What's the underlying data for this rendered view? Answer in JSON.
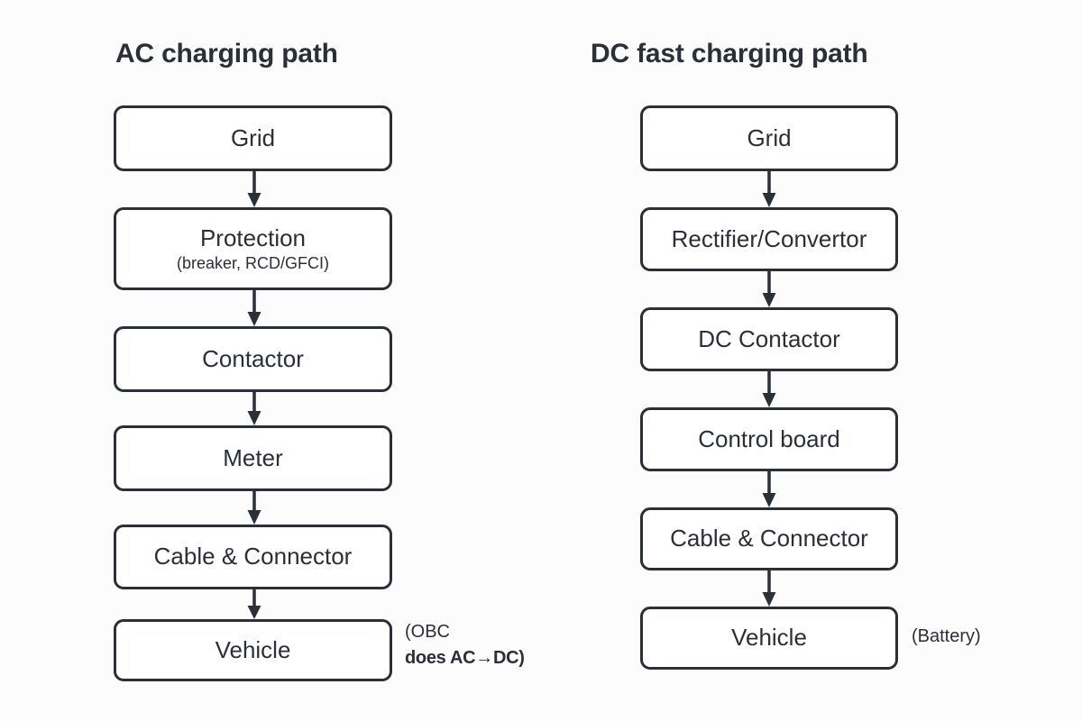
{
  "diagram": {
    "title_hidden": "EV charging path comparison",
    "background_color": "#fcfcfd",
    "stroke_color": "#2b2f36",
    "box_fill": "#ffffff"
  },
  "columns": [
    {
      "id": "ac",
      "title": "AC charging path",
      "nodes": [
        {
          "label": "Grid",
          "sublabel": ""
        },
        {
          "label": "Protection",
          "sublabel": "(breaker, RCD/GFCI)"
        },
        {
          "label": "Contactor",
          "sublabel": ""
        },
        {
          "label": "Meter",
          "sublabel": ""
        },
        {
          "label": "Cable & Connector",
          "sublabel": ""
        },
        {
          "label": "Vehicle",
          "sublabel": ""
        }
      ],
      "annotation": {
        "line1": "(OBC",
        "line2": "does AC→DC)"
      }
    },
    {
      "id": "dc",
      "title": "DC fast charging path",
      "nodes": [
        {
          "label": "Grid",
          "sublabel": ""
        },
        {
          "label": "Rectifier/Convertor",
          "sublabel": ""
        },
        {
          "label": "DC Contactor",
          "sublabel": ""
        },
        {
          "label": "Control board",
          "sublabel": ""
        },
        {
          "label": "Cable & Connector",
          "sublabel": ""
        },
        {
          "label": "Vehicle",
          "sublabel": ""
        }
      ],
      "annotation": {
        "line1": "(Battery)",
        "line2": ""
      }
    }
  ],
  "chart_data": {
    "type": "diagram",
    "flow_direction": "top-to-bottom",
    "flows": [
      {
        "name": "AC charging path",
        "sequence": [
          "Grid",
          "Protection (breaker, RCD/GFCI)",
          "Contactor",
          "Meter",
          "Cable & Connector",
          "Vehicle"
        ],
        "note": "(OBC does AC→DC)"
      },
      {
        "name": "DC fast charging path",
        "sequence": [
          "Grid",
          "Rectifier/Convertor",
          "DC Contactor",
          "Control board",
          "Cable & Connector",
          "Vehicle"
        ],
        "note": "(Battery)"
      }
    ]
  }
}
